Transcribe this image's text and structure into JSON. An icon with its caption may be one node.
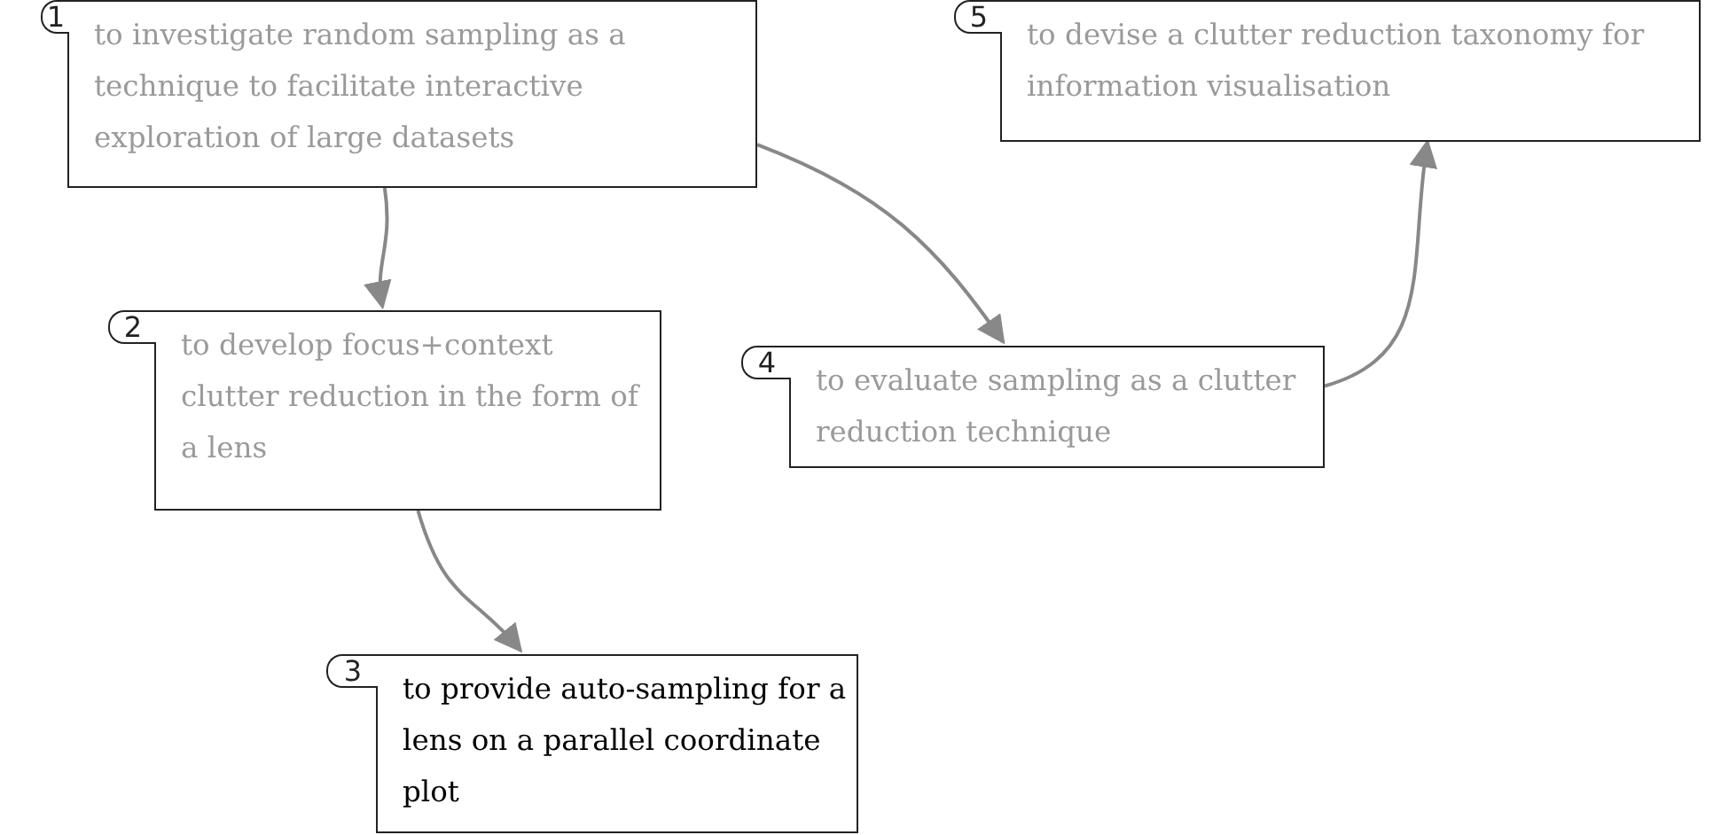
{
  "diagram": {
    "nodes": [
      {
        "text": [
          "1",
          "to investigate random sampling as a technique to facilitate interactive exploration of large datasets"
        ]
      },
      {
        "text": [
          "2",
          "to develop focus+context clutter reduction in the form of a lens"
        ]
      },
      {
        "text": [
          "3",
          "to provide auto-sampling for a lens on a parallel coordinate plot"
        ]
      },
      {
        "text": [
          "4",
          "to evaluate sampling as a clutter reduction technique"
        ]
      },
      {
        "text": [
          "5",
          "to devise a clutter reduction taxonomy for information visualisation"
        ]
      }
    ],
    "edges": [
      {
        "from": 0,
        "to": 1,
        "arrow": "to"
      },
      {
        "from": 0,
        "to": 3,
        "arrow": "to"
      },
      {
        "from": 1,
        "to": 2,
        "arrow": "to"
      },
      {
        "from": 3,
        "to": 4,
        "arrow": "to"
      }
    ]
  }
}
